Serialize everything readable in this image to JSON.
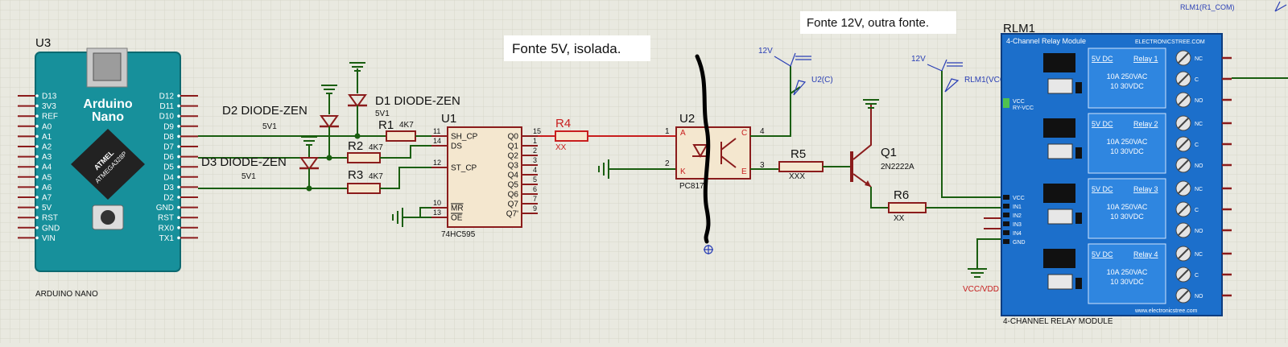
{
  "notes": {
    "isolated_supply": "Fonte 5V,  isolada.",
    "other_supply": "Fonte 12V, outra fonte."
  },
  "arduino": {
    "ref": "U3",
    "title_line1": "Arduino",
    "title_line2": "Nano",
    "chip_line1": "ATMEL",
    "chip_line2": "ATMEGA328P",
    "footer": "ARDUINO NANO",
    "left_pins": [
      "D13",
      "3V3",
      "REF",
      "A0",
      "A1",
      "A2",
      "A3",
      "A4",
      "A5",
      "A6",
      "A7",
      "5V",
      "RST",
      "GND",
      "VIN"
    ],
    "right_pins": [
      "D12",
      "D11",
      "D10",
      "D9",
      "D8",
      "D7",
      "D6",
      "D5",
      "D4",
      "D3",
      "D2",
      "GND",
      "RST",
      "RX0",
      "TX1"
    ]
  },
  "diodes": {
    "d1_name": "D1 DIODE-ZEN",
    "d1_value": "5V1",
    "d2_name": "D2 DIODE-ZEN",
    "d2_value": "5V1",
    "d3_name": "D3 DIODE-ZEN",
    "d3_value": "5V1"
  },
  "resistors": {
    "r1_name": "R1",
    "r1_value": "4K7",
    "r2_name": "R2",
    "r2_value": "4K7",
    "r3_name": "R3",
    "r3_value": "4K7",
    "r4_name": "R4",
    "r4_value": "XX",
    "r5_name": "R5",
    "r5_value": "XXX",
    "r6_name": "R6",
    "r6_value": "XX"
  },
  "shift_register": {
    "ref": "U1",
    "part": "74HC595",
    "left_pins": [
      {
        "num": "11",
        "name": "SH_CP"
      },
      {
        "num": "14",
        "name": "DS"
      },
      {
        "num": "12",
        "name": "ST_CP"
      },
      {
        "num": "10",
        "name": "MR"
      },
      {
        "num": "13",
        "name": "OE"
      }
    ],
    "right_pins": [
      {
        "num": "15",
        "name": "Q0"
      },
      {
        "num": "1",
        "name": "Q1"
      },
      {
        "num": "2",
        "name": "Q2"
      },
      {
        "num": "3",
        "name": "Q3"
      },
      {
        "num": "4",
        "name": "Q4"
      },
      {
        "num": "5",
        "name": "Q5"
      },
      {
        "num": "6",
        "name": "Q6"
      },
      {
        "num": "7",
        "name": "Q7"
      },
      {
        "num": "9",
        "name": "Q7'"
      }
    ]
  },
  "optocoupler": {
    "ref": "U2",
    "part": "PC817",
    "pin_a": "A",
    "pin_k": "K",
    "pin_c": "C",
    "pin_e": "E",
    "num_1": "1",
    "num_2": "2",
    "num_3": "3",
    "num_4": "4"
  },
  "transistor": {
    "ref": "Q1",
    "part": "2N2222A"
  },
  "power": {
    "v12_a": "12V",
    "v12_b": "12V",
    "label_u2c": "U2(C)",
    "label_rlm_vcc": "RLM1(VCC)",
    "label_rlm_com": "RLM1(R1_COM)",
    "label_vccvdd": "VCC/VDD"
  },
  "relay_module": {
    "ref": "RLM1",
    "header": "4-Channel Relay Module",
    "brand": "ELECTRONICSTREE.COM",
    "footer": "4-CHANNEL RELAY MODULE",
    "url": "www.electronicstree.com",
    "jumper_vcc": "VCC",
    "jumper_ry": "RY-VCC",
    "pins": [
      "VCC",
      "IN1",
      "IN2",
      "IN3",
      "IN4",
      "GND"
    ],
    "relays": [
      {
        "voltage": "5V DC",
        "name": "Relay 1",
        "rating": "10A  250VAC",
        "rating2": "10  30VDC"
      },
      {
        "voltage": "5V DC",
        "name": "Relay 2",
        "rating": "10A  250VAC",
        "rating2": "10  30VDC"
      },
      {
        "voltage": "5V DC",
        "name": "Relay 3",
        "rating": "10A  250VAC",
        "rating2": "10  30VDC"
      },
      {
        "voltage": "5V DC",
        "name": "Relay 4",
        "rating": "10A  250VAC",
        "rating2": "10  30VDC"
      }
    ],
    "terminals": [
      "NC",
      "C",
      "NO"
    ]
  }
}
